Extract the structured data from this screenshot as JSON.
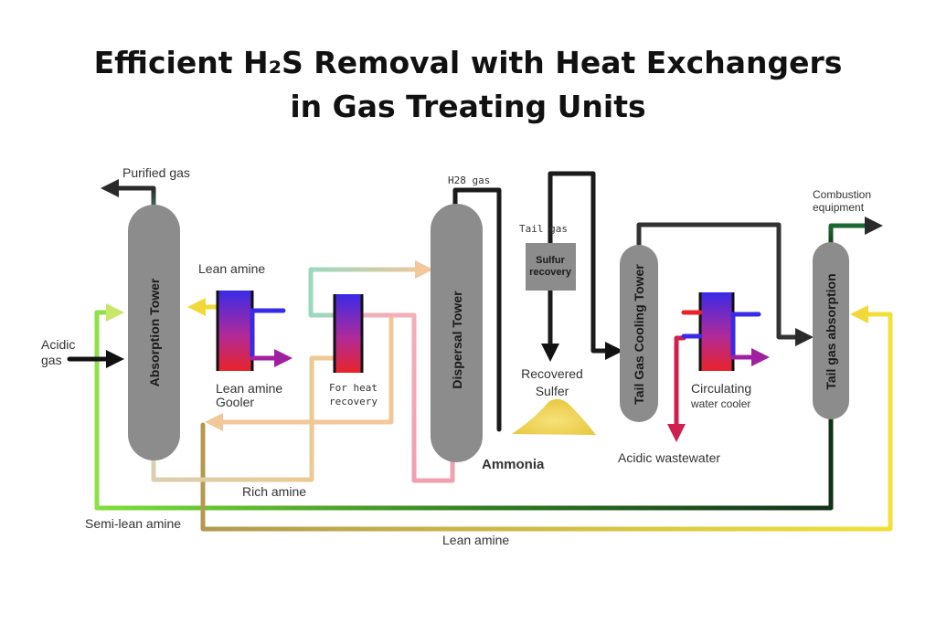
{
  "title": {
    "line1": "Efficient H₂S Removal with Heat Exchangers",
    "line2": "in Gas Treating Units"
  },
  "equipment": {
    "absorption_tower": "Absorption Tower",
    "dispersal_tower": "Dispersal Tower",
    "tail_gas_cooling_tower": "Tail Gas Cooling Tower",
    "tail_gas_absorption": "Tail gas absorption",
    "sulfur_recovery_line1": "Sulfur",
    "sulfur_recovery_line2": "recovery"
  },
  "labels": {
    "purified_gas": "Purified gas",
    "acidic_gas_line1": "Acidic",
    "acidic_gas_line2": "gas",
    "lean_amine_top": "Lean amine",
    "lean_amine_gooler_line1": "Lean amine",
    "lean_amine_gooler_line2": "Gooler",
    "for_heat_recovery_line1": "For heat",
    "for_heat_recovery_line2": "recovery",
    "h2s_gas": "H28 gas",
    "tail_gas": "Tail gas",
    "recovered_sulfer_line1": "Recovered",
    "recovered_sulfer_line2": "Sulfer",
    "ammonia": "Ammonia",
    "combustion_equipment_line1": "Combustion",
    "combustion_equipment_line2": "equipment",
    "circulating_line1": "Circulating",
    "circulating_line2": "water cooler",
    "acidic_wastewater": "Acidic wastewater",
    "rich_amine": "Rich amine",
    "semi_lean_amine": "Semi-lean amine",
    "lean_amine_bottom": "Lean amine"
  },
  "colors": {
    "tower_gray": "#8c8c8c",
    "lean_amine_yellow": "#f2e03a",
    "semi_lean_green": "#7ee03a",
    "rich_amine_tan": "#e8cfa0",
    "dark_pipe": "#2a2a2a",
    "exchanger_hot": "#e8242a",
    "exchanger_cold": "#3a2ae8"
  }
}
